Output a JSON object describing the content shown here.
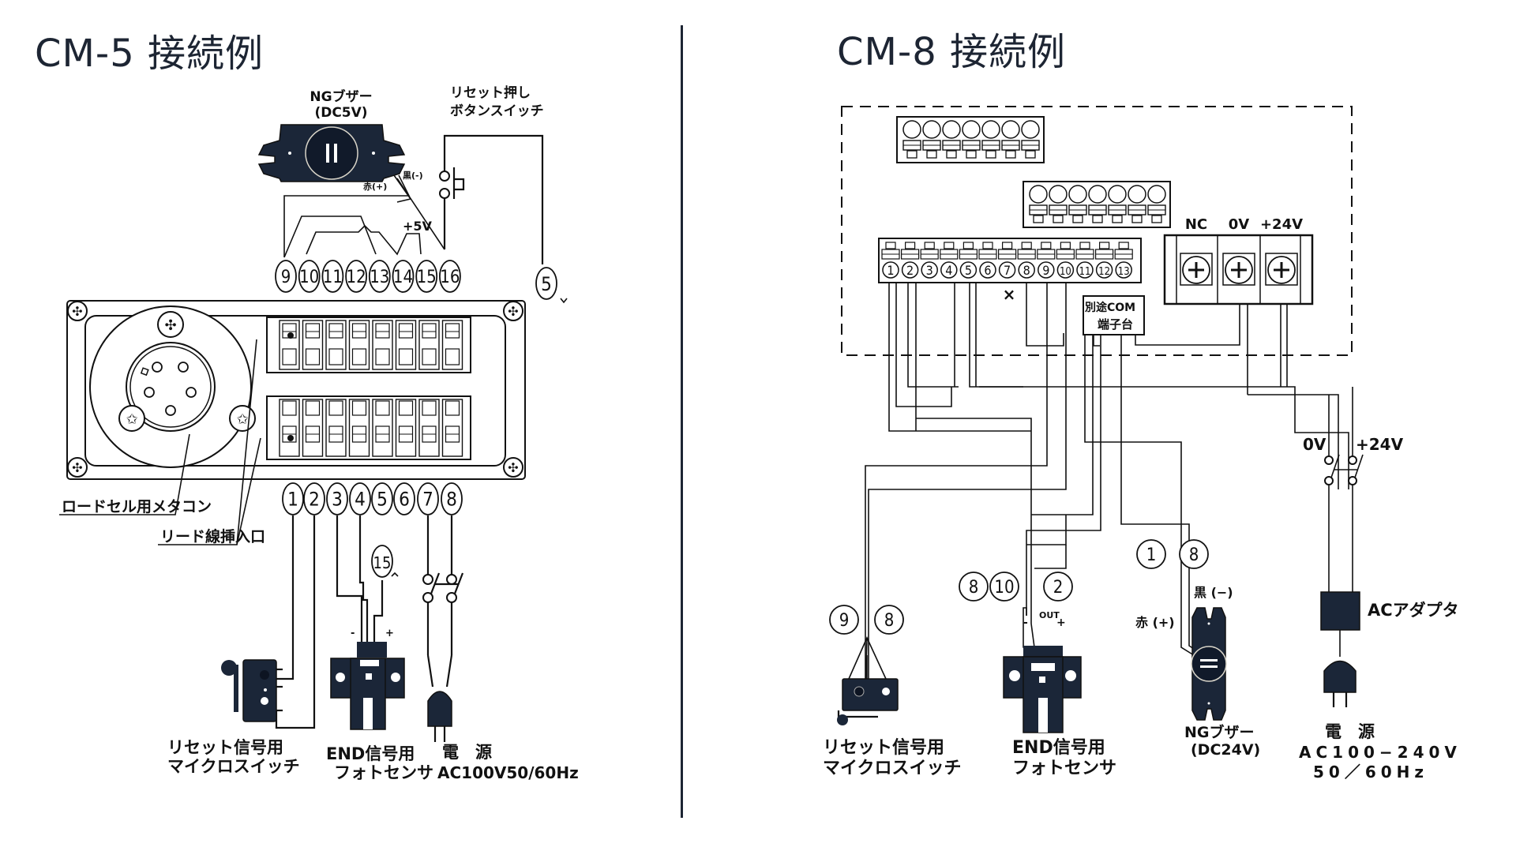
{
  "titles": {
    "cm5": "CM-5 接続例",
    "cm8": "CM-8 接続例"
  },
  "cm5": {
    "ng_buzzer": {
      "name": "NGブザー",
      "spec": "(DC5V)",
      "wire_black": "黒(-)",
      "wire_red": "赤(+)"
    },
    "reset_button": {
      "line1": "リセット押し",
      "line2": "ボタンスイッチ"
    },
    "plus5v": "+5V",
    "top_terminals": [
      "9",
      "10",
      "11",
      "12",
      "13",
      "14",
      "15",
      "16"
    ],
    "bottom_terminals": [
      "1",
      "2",
      "3",
      "4",
      "5",
      "6",
      "7",
      "8"
    ],
    "ref_terminal_5": "5",
    "ref_terminal_15": "15",
    "callout_load_cell": "ロードセル用メタコン",
    "callout_lead_insert": "リード線挿入口",
    "micro_switch": {
      "line1": "リセット信号用",
      "line2": "マイクロスイッチ"
    },
    "photo_sensor": {
      "line1": "END信号用",
      "line2": "フォトセンサ",
      "minus": "-",
      "plus": "+"
    },
    "power": {
      "line1": "電　源",
      "line2": "AC100V50/60Hz"
    }
  },
  "cm8": {
    "terminal_numbers": [
      "1",
      "2",
      "3",
      "4",
      "5",
      "6",
      "7",
      "8",
      "9",
      "10",
      "11",
      "12",
      "13"
    ],
    "x_mark": "×",
    "power_terminals": [
      "NC",
      "0V",
      "+24V"
    ],
    "com_block": {
      "line1": "別途COM",
      "line2": "端子台"
    },
    "switch_labels": {
      "left": "0V",
      "right": "+24V"
    },
    "micro_switch": {
      "refs": [
        "9",
        "8"
      ],
      "line1": "リセット信号用",
      "line2": "マイクロスイッチ"
    },
    "photo_sensor": {
      "refs": [
        "8",
        "10",
        "2"
      ],
      "out": "OUT",
      "minus": "-",
      "plus": "+",
      "line1": "END信号用",
      "line2": "フォトセンサ"
    },
    "ng_buzzer": {
      "refs": [
        "1",
        "8"
      ],
      "wire_black": "黒 (−)",
      "wire_red": "赤 (+)",
      "line1": "NGブザー",
      "line2": "(DC24V)"
    },
    "ac_adapter": "ACアダプタ",
    "power": {
      "line1": "電　源",
      "line2": "AC100−240V",
      "line3": "50／60Hz"
    }
  }
}
